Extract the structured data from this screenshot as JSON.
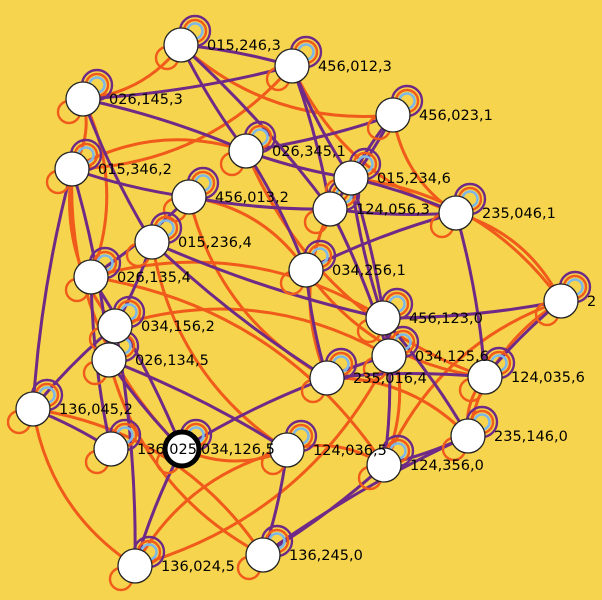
{
  "colors": {
    "background": "#f6d44d",
    "edge_orange": "#f05a1a",
    "edge_purple": "#6e2a86",
    "loop_outer_purple": "#6e2a86",
    "loop_orange": "#f05a1a",
    "loop_blue": "#7fb8e8",
    "node_fill": "#ffffff",
    "node_stroke": "#222222",
    "highlight_stroke": "#000000"
  },
  "graph": {
    "highlighted": "136,025",
    "nodes": [
      {
        "id": "015,246,3",
        "label": "015,246,3"
      },
      {
        "id": "456,012,3",
        "label": "456,012,3"
      },
      {
        "id": "026,145,3",
        "label": "026,145,3"
      },
      {
        "id": "456,023,1",
        "label": "456,023,1"
      },
      {
        "id": "026,345,1",
        "label": "026,345,1"
      },
      {
        "id": "015,346,2",
        "label": "015,346,2"
      },
      {
        "id": "015,234,6",
        "label": "015,234,6"
      },
      {
        "id": "456,013,2",
        "label": "456,013,2"
      },
      {
        "id": "124,056,3",
        "label": "124,056,3"
      },
      {
        "id": "235,046,1",
        "label": "235,046,1"
      },
      {
        "id": "015,236,4",
        "label": "015,236,4"
      },
      {
        "id": "026,135,4",
        "label": "026,135,4"
      },
      {
        "id": "034,256,1",
        "label": "034,256,1"
      },
      {
        "id": "2__",
        "label": "2"
      },
      {
        "id": "456,123,0",
        "label": "456,123,0"
      },
      {
        "id": "034,156,2",
        "label": "034,156,2"
      },
      {
        "id": "034,125,6",
        "label": "034,125,6"
      },
      {
        "id": "026,134,5",
        "label": "026,134,5"
      },
      {
        "id": "235,016,4",
        "label": "235,016,4"
      },
      {
        "id": "124,035,6",
        "label": "124,035,6"
      },
      {
        "id": "136,045,2",
        "label": "136,045,2"
      },
      {
        "id": "235,146,0",
        "label": "235,146,0"
      },
      {
        "id": "136,025",
        "label": "136,025"
      },
      {
        "id": "034,126,5",
        "label": "034,126,5"
      },
      {
        "id": "124,036,5",
        "label": "124,036,5"
      },
      {
        "id": "124,356,0",
        "label": "124,356,0"
      },
      {
        "id": "136,024,5",
        "label": "136,024,5"
      },
      {
        "id": "136,245,0",
        "label": "136,245,0"
      }
    ],
    "edges_purple": [
      [
        "015,246,3",
        "456,012,3"
      ],
      [
        "015,246,3",
        "026,345,1"
      ],
      [
        "015,246,3",
        "124,056,3"
      ],
      [
        "026,145,3",
        "456,012,3"
      ],
      [
        "026,145,3",
        "026,345,1"
      ],
      [
        "026,145,3",
        "015,236,4"
      ],
      [
        "456,012,3",
        "124,056,3"
      ],
      [
        "456,012,3",
        "015,234,6"
      ],
      [
        "456,023,1",
        "026,345,1"
      ],
      [
        "456,023,1",
        "015,234,6"
      ],
      [
        "456,023,1",
        "124,056,3"
      ],
      [
        "026,345,1",
        "015,234,6"
      ],
      [
        "026,345,1",
        "034,256,1"
      ],
      [
        "015,346,2",
        "456,013,2"
      ],
      [
        "015,346,2",
        "026,134,5"
      ],
      [
        "015,346,2",
        "136,045,2"
      ],
      [
        "015,234,6",
        "235,046,1"
      ],
      [
        "015,234,6",
        "456,123,0"
      ],
      [
        "015,234,6",
        "034,125,6"
      ],
      [
        "456,013,2",
        "124,056,3"
      ],
      [
        "456,013,2",
        "026,135,4"
      ],
      [
        "124,056,3",
        "235,046,1"
      ],
      [
        "124,056,3",
        "034,125,6"
      ],
      [
        "235,046,1",
        "034,256,1"
      ],
      [
        "235,046,1",
        "124,035,6"
      ],
      [
        "015,236,4",
        "235,016,4"
      ],
      [
        "015,236,4",
        "034,156,2"
      ],
      [
        "026,135,4",
        "034,126,5"
      ],
      [
        "026,135,4",
        "136,025"
      ],
      [
        "034,256,1",
        "235,016,4"
      ],
      [
        "2__",
        "456,123,0"
      ],
      [
        "2__",
        "124,035,6"
      ],
      [
        "456,123,0",
        "235,146,0"
      ],
      [
        "034,156,2",
        "136,045,2"
      ],
      [
        "034,156,2",
        "136,024,5"
      ],
      [
        "034,125,6",
        "235,016,4"
      ],
      [
        "034,125,6",
        "124,356,0"
      ],
      [
        "026,134,5",
        "136,025"
      ],
      [
        "026,134,5",
        "124,036,5"
      ],
      [
        "235,016,4",
        "136,025"
      ],
      [
        "235,016,4",
        "124,035,6"
      ],
      [
        "136,025",
        "136,024,5"
      ],
      [
        "124,036,5",
        "136,245,0"
      ],
      [
        "124,356,0",
        "235,146,0"
      ],
      [
        "124,356,0",
        "136,245,0"
      ],
      [
        "235,146,0",
        "136,245,0"
      ],
      [
        "136,045,2",
        "034,126,5"
      ],
      [
        "015,236,4",
        "456,123,0"
      ]
    ],
    "edges_orange": [
      [
        "015,246,3",
        "026,145,3"
      ],
      [
        "015,246,3",
        "456,023,1"
      ],
      [
        "026,145,3",
        "015,346,2"
      ],
      [
        "456,012,3",
        "235,046,1"
      ],
      [
        "026,145,3",
        "026,135,4"
      ],
      [
        "456,023,1",
        "235,046,1"
      ],
      [
        "015,346,2",
        "026,345,1"
      ],
      [
        "015,346,2",
        "034,156,2"
      ],
      [
        "456,013,2",
        "034,256,1"
      ],
      [
        "456,013,2",
        "235,016,4"
      ],
      [
        "015,234,6",
        "2__"
      ],
      [
        "124,056,3",
        "235,016,4"
      ],
      [
        "235,046,1",
        "2__"
      ],
      [
        "015,236,4",
        "124,036,5"
      ],
      [
        "026,135,4",
        "456,123,0"
      ],
      [
        "034,256,1",
        "124,035,6"
      ],
      [
        "456,123,0",
        "124,356,0"
      ],
      [
        "2__",
        "235,146,0"
      ],
      [
        "034,156,2",
        "034,125,6"
      ],
      [
        "026,134,5",
        "136,245,0"
      ],
      [
        "235,016,4",
        "235,146,0"
      ],
      [
        "136,045,2",
        "136,024,5"
      ],
      [
        "136,045,2",
        "136,245,0"
      ],
      [
        "136,025",
        "124,036,5"
      ],
      [
        "124,036,5",
        "124,356,0"
      ],
      [
        "124,035,6",
        "235,146,0"
      ],
      [
        "136,024,5",
        "124,036,5"
      ],
      [
        "026,345,1",
        "124,035,6"
      ],
      [
        "456,012,3",
        "015,346,2"
      ],
      [
        "2__",
        "124,356,0"
      ],
      [
        "034,125,6",
        "136,024,5"
      ],
      [
        "015,346,2",
        "136,025"
      ],
      [
        "026,135,4",
        "124,356,0"
      ]
    ]
  }
}
